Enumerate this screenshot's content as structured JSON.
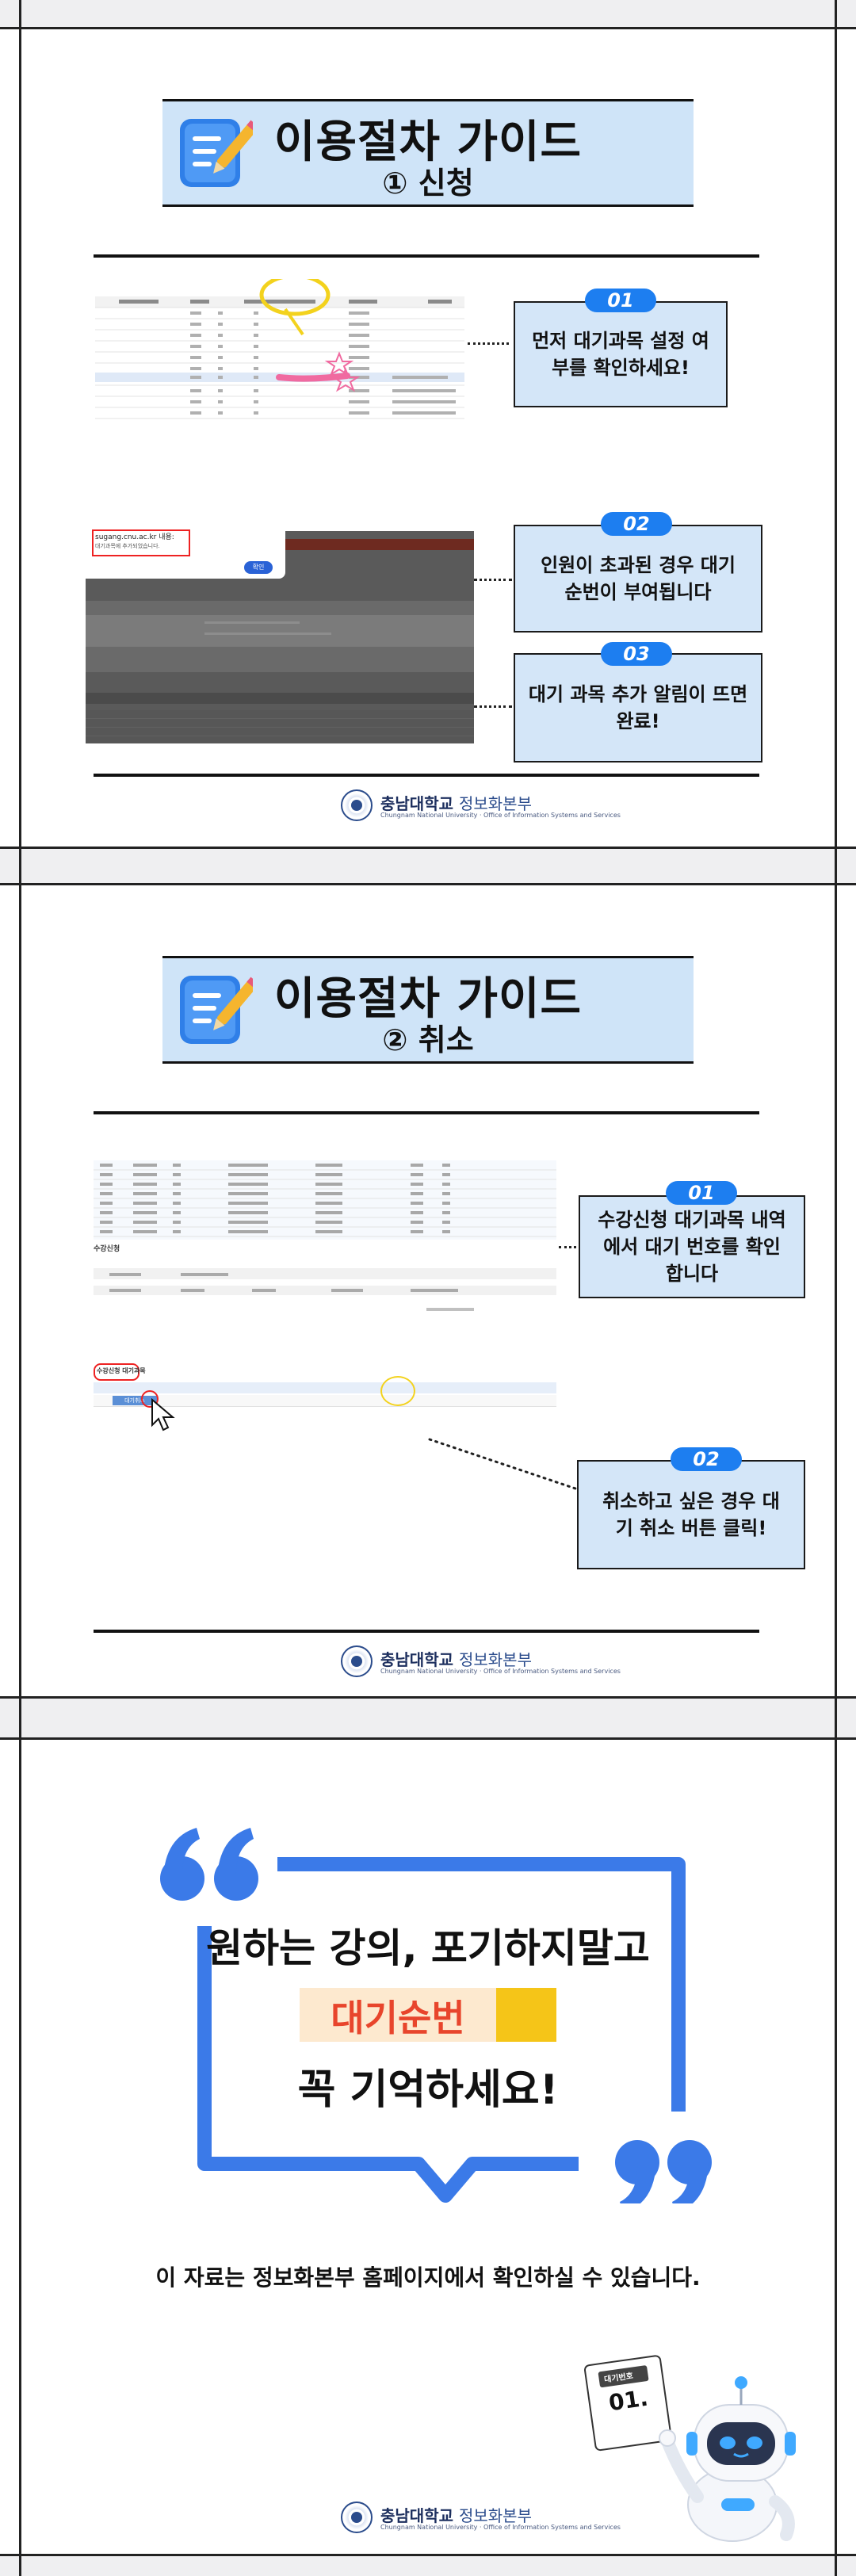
{
  "section1": {
    "title": "이용절차 가이드",
    "subtitle": "① 신청",
    "steps": [
      {
        "num": "01",
        "text": "먼저 대기과목 설정 여부를 확인하세요!"
      },
      {
        "num": "02",
        "text": "인원이 초과된 경우 대기 순번이 부여됩니다"
      },
      {
        "num": "03",
        "text": "대기 과목 추가 알림이 뜨면 완료!"
      }
    ],
    "popup_url": "sugang.cnu.ac.kr 내용:",
    "popup_msg": "대기과목에 추가되었습니다.",
    "popup_btn": "확인"
  },
  "section2": {
    "title": "이용절차 가이드",
    "subtitle": "② 취소",
    "steps": [
      {
        "num": "01",
        "text": "수강신청 대기과목 내역에서 대기 번호를 확인합니다"
      },
      {
        "num": "02",
        "text": "취소하고 싶은 경우 대기 취소 버튼 클릭!"
      }
    ],
    "list_label_1": "수강신청",
    "list_label_2": "수강신청 대기과목",
    "cancel_btn": "대기취소"
  },
  "closing": {
    "line1": "원하는 강의, 포기하지말고",
    "highlight": "대기순번",
    "line3": "꼭 기억하세요!",
    "note": "이 자료는 정보화본부 홈페이지에서 확인하실 수 있습니다.",
    "card_label": "대기번호",
    "card_number": "01."
  },
  "logo": {
    "name_bold": "충남대학교",
    "name_light": "정보화본부",
    "tagline": "Chungnam National University · Office of Information Systems and Services"
  },
  "colors": {
    "accent_blue": "#1d7ef0",
    "callout_bg": "#d4e6f8",
    "title_bg": "#cfe4f8",
    "highlight_yellow": "#f5c518",
    "highlight_red": "#e8452c"
  }
}
